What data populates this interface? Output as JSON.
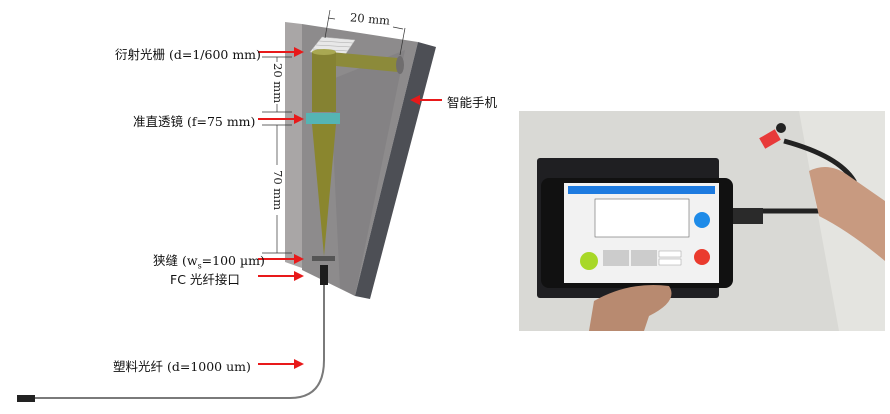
{
  "labels": {
    "grating": "衍射光栅 (d=1/600 mm)",
    "lens": "准直透镜 (f=75 mm)",
    "slit_prefix": "狭缝 (w",
    "slit_sub": "s",
    "slit_suffix": "=100 µm)",
    "fc": "FC 光纤接口",
    "fiber": "塑料光纤 (d=1000 um)",
    "phone": "智能手机"
  },
  "dimensions": {
    "top": "20 mm",
    "grating_to_lens": "20 mm",
    "lens_to_slit": "70 mm"
  },
  "colors": {
    "arrow": "#e8191a",
    "beam": "#8a8a2a",
    "lens": "#4fb3b3",
    "app_header": "#1e7be0"
  }
}
